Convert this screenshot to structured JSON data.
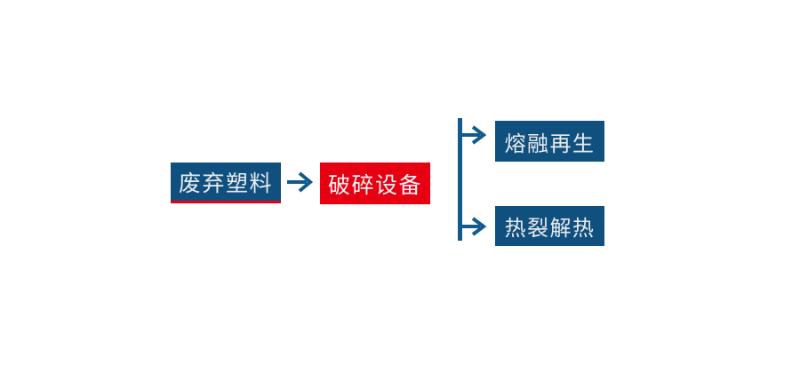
{
  "diagram": {
    "title": "",
    "colors": {
      "node_blue": "#10507f",
      "node_red": "#e60012",
      "connector_blue": "#115b8c",
      "accent_underline": "#e60012",
      "node_text": "#e9ebed",
      "background": "#ffffff"
    },
    "source": {
      "label": "废弃塑料",
      "icon": "rectangle-node-icon"
    },
    "process": {
      "label": "破碎设备",
      "icon": "rectangle-node-icon"
    },
    "main_arrow": {
      "icon": "arrow-right-icon"
    },
    "branch_connector": {
      "icon": "branch-split-icon"
    },
    "branches": [
      {
        "label": "熔融再生",
        "arrow_icon": "arrow-right-icon"
      },
      {
        "label": "热裂解热",
        "arrow_icon": "arrow-right-icon"
      }
    ]
  }
}
